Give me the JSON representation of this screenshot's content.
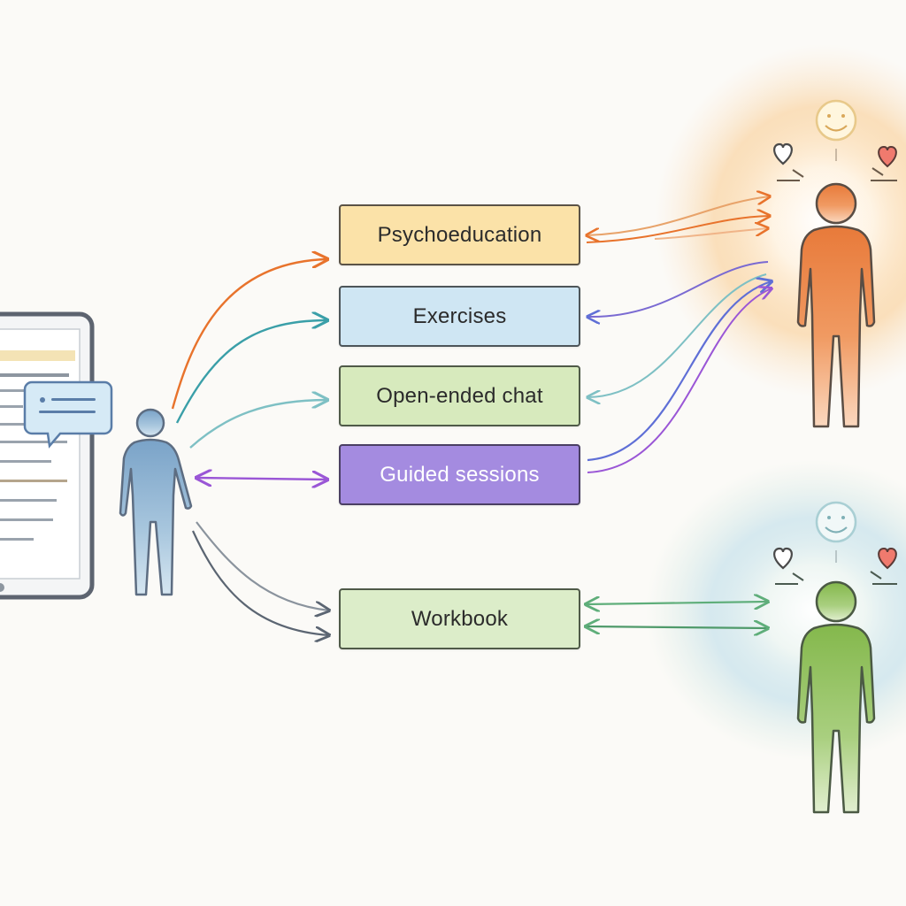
{
  "nodes": [
    {
      "id": "psychoeducation",
      "label": "Psychoeducation",
      "fill": "#fbe2a8",
      "border": "#5a5246",
      "text_color": "#2b2b2b"
    },
    {
      "id": "exercises",
      "label": "Exercises",
      "fill": "#cfe6f3",
      "border": "#4d5559",
      "text_color": "#2b2b2b"
    },
    {
      "id": "open-ended-chat",
      "label": "Open-ended chat",
      "fill": "#d7eabd",
      "border": "#4f5a48",
      "text_color": "#2b2b2b"
    },
    {
      "id": "guided-sessions",
      "label": "Guided sessions",
      "fill": "#a48be0",
      "border": "#4a3f63",
      "text_color": "#ffffff"
    },
    {
      "id": "workbook",
      "label": "Workbook",
      "fill": "#dcedc9",
      "border": "#4f5a48",
      "text_color": "#2b2b2b"
    }
  ],
  "colors": {
    "orange": "#e8732c",
    "teal": "#3a9fa8",
    "aqua": "#7ec0c4",
    "purple": "#9a56d6",
    "slate": "#5b6572",
    "green": "#5fae7a",
    "blue": "#5f6fd6",
    "person_blue": "#7fa8cc",
    "person_orange": "#ee8a4e",
    "person_green": "#8bbf55",
    "heart": "#f07a6e",
    "smiley": "#e8c98a",
    "tablet_frame": "#5d6470"
  },
  "icons": [
    "tablet-icon",
    "chat-bubble-icon",
    "user-person-icon",
    "happy-person-orange-icon",
    "happy-person-green-icon",
    "smiley-icon",
    "heart-icon"
  ]
}
